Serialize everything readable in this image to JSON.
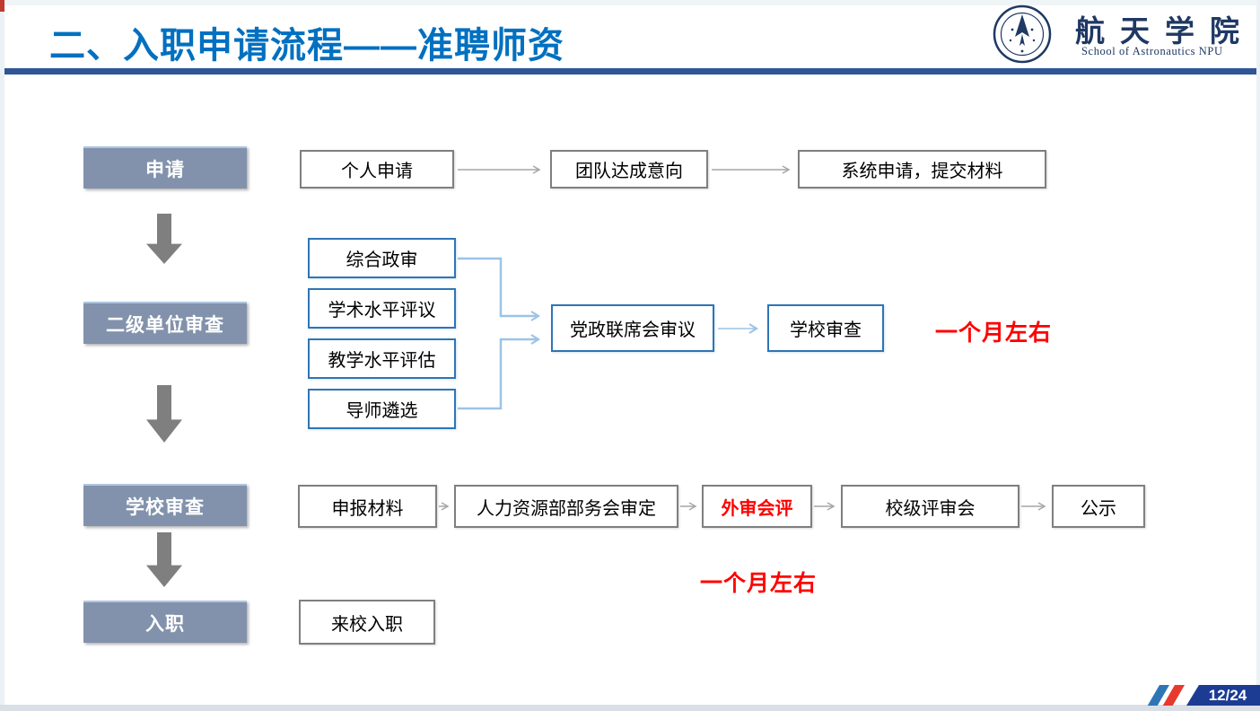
{
  "slide": {
    "title": "二、入职申请流程——准聘师资",
    "page_number": "12/24",
    "logo": {
      "org_name": "航天学院",
      "org_subtitle": "School of Astronautics NPU"
    },
    "stages": [
      "申请",
      "二级单位审查",
      "学校审查",
      "入职"
    ],
    "row1": [
      "个人申请",
      "团队达成意向",
      "系统申请，提交材料"
    ],
    "unit_review": {
      "inputs": [
        "综合政审",
        "学术水平评议",
        "教学水平评估",
        "导师遴选"
      ],
      "joint": "党政联席会审议",
      "next": "学校审查",
      "duration_note": "一个月左右"
    },
    "school_review": {
      "steps": [
        "申报材料",
        "人力资源部部务会审定",
        "外审会评",
        "校级评审会",
        "公示"
      ],
      "highlight_step": "外审会评",
      "duration_note": "一个月左右"
    },
    "onboard": [
      "来校入职"
    ],
    "colors": {
      "title_blue": "#0070C0",
      "rule_navy": "#2F5597",
      "stage_fill": "#8292AC",
      "box_border_gray": "#7F7F7F",
      "box_border_blue": "#2E75B6",
      "connector_blue": "#9DC3E6",
      "arrow_gray": "#A6A6A6",
      "note_red": "#FF0000",
      "badge_navy": "#1C3C94",
      "slash_red": "#E8392E",
      "logo_navy": "#1F3864"
    }
  }
}
